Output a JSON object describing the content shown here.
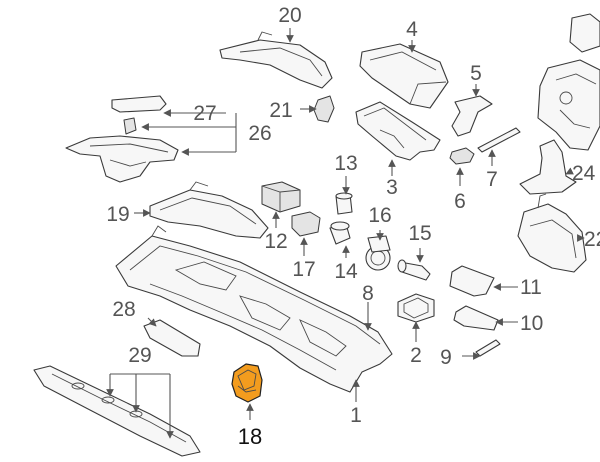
{
  "diagram": {
    "highlight_color": "#f39c1e",
    "highlighted_part": "18",
    "callouts": {
      "c1": "1",
      "c2": "2",
      "c3": "3",
      "c4": "4",
      "c5": "5",
      "c6": "6",
      "c7": "7",
      "c8": "8",
      "c9": "9",
      "c10": "10",
      "c11": "11",
      "c12": "12",
      "c13": "13",
      "c14": "14",
      "c15": "15",
      "c16": "16",
      "c17": "17",
      "c18": "18",
      "c19": "19",
      "c20": "20",
      "c21": "21",
      "c22": "22",
      "c24": "24",
      "c26": "26",
      "c27": "27",
      "c28": "28",
      "c29": "29"
    }
  }
}
